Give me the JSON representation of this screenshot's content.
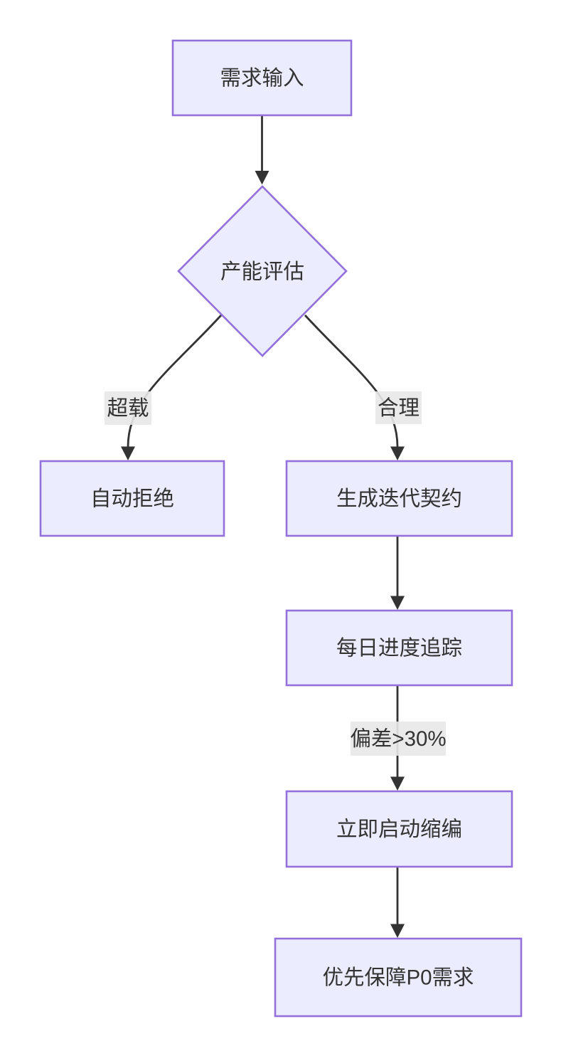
{
  "diagram": {
    "type": "flowchart",
    "direction": "top-down",
    "colors": {
      "background": "#ffffff",
      "node_fill": "#ECECFF",
      "node_border": "#9370DB",
      "text": "#333333",
      "edge": "#333333",
      "edge_label_bg": "#e8e8e8"
    },
    "nodes": [
      {
        "id": "demand-input",
        "shape": "rect",
        "label": "需求输入"
      },
      {
        "id": "capacity-assessment",
        "shape": "diamond",
        "label": "产能评估"
      },
      {
        "id": "auto-reject",
        "shape": "rect",
        "label": "自动拒绝"
      },
      {
        "id": "generate-iteration-contract",
        "shape": "rect",
        "label": "生成迭代契约"
      },
      {
        "id": "daily-progress-tracking",
        "shape": "rect",
        "label": "每日进度追踪"
      },
      {
        "id": "start-downscope",
        "shape": "rect",
        "label": "立即启动缩编"
      },
      {
        "id": "prioritize-p0",
        "shape": "rect",
        "label": "优先保障P0需求"
      }
    ],
    "edges": [
      {
        "from": "demand-input",
        "to": "capacity-assessment",
        "label": ""
      },
      {
        "from": "capacity-assessment",
        "to": "auto-reject",
        "label": "超载"
      },
      {
        "from": "capacity-assessment",
        "to": "generate-iteration-contract",
        "label": "合理"
      },
      {
        "from": "generate-iteration-contract",
        "to": "daily-progress-tracking",
        "label": ""
      },
      {
        "from": "daily-progress-tracking",
        "to": "start-downscope",
        "label": "偏差>30%"
      },
      {
        "from": "start-downscope",
        "to": "prioritize-p0",
        "label": ""
      }
    ]
  }
}
